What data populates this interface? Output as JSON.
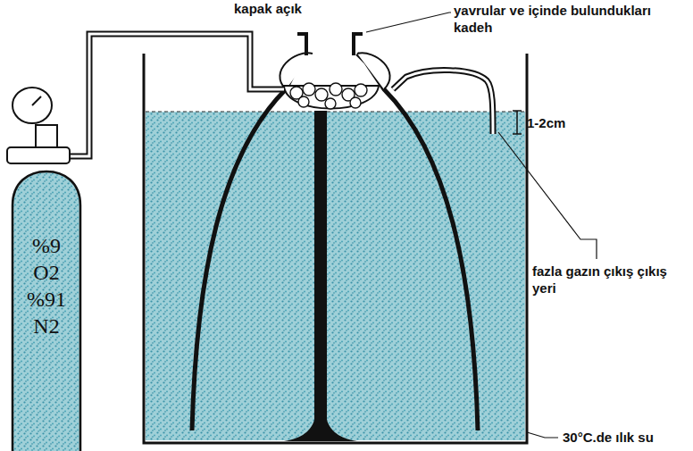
{
  "diagram": {
    "nodes": [
      {
        "text": [
          "%9",
          "O2",
          "%91",
          "N2"
        ]
      }
    ],
    "labels": [
      "kapak açık",
      "yavrular ve içinde bulundukları kadeh",
      "1-2cm",
      "fazla gazın çıkış çıkış yeri",
      "30°C.de ılık su"
    ]
  }
}
